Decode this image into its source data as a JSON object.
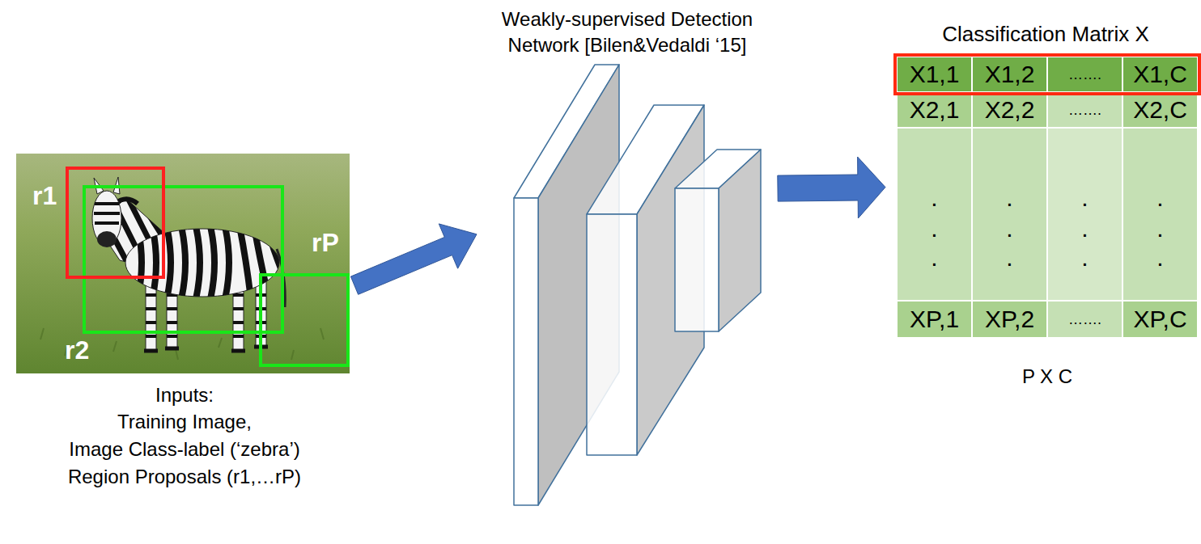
{
  "diagram": {
    "nodes": [
      {
        "text": [
          "r1",
          "r2",
          "rP"
        ]
      },
      {
        "text": [
          "Weakly-supervised Detection Network [Bilen&Vedaldi ‘15]"
        ]
      },
      {
        "text": [
          "Classification Matrix X",
          "P X C"
        ]
      }
    ],
    "edges": [
      {
        "from": 0,
        "to": 1,
        "arrow": "to"
      },
      {
        "from": 1,
        "to": 2,
        "arrow": "to"
      }
    ],
    "labels": [
      "Inputs:",
      "Training Image,",
      "Image Class-label (‘zebra’)",
      "Region Proposals (r1,…rP)",
      "X1,1",
      "X1,2",
      "…….",
      "X1,C",
      "X2,1",
      "X2,2",
      "…….",
      "X2,C",
      ".",
      ".",
      ".",
      ".",
      ".",
      ".",
      ".",
      ".",
      ".",
      ".",
      ".",
      ".",
      "XP,1",
      "XP,2",
      "…….",
      "XP,C"
    ]
  }
}
